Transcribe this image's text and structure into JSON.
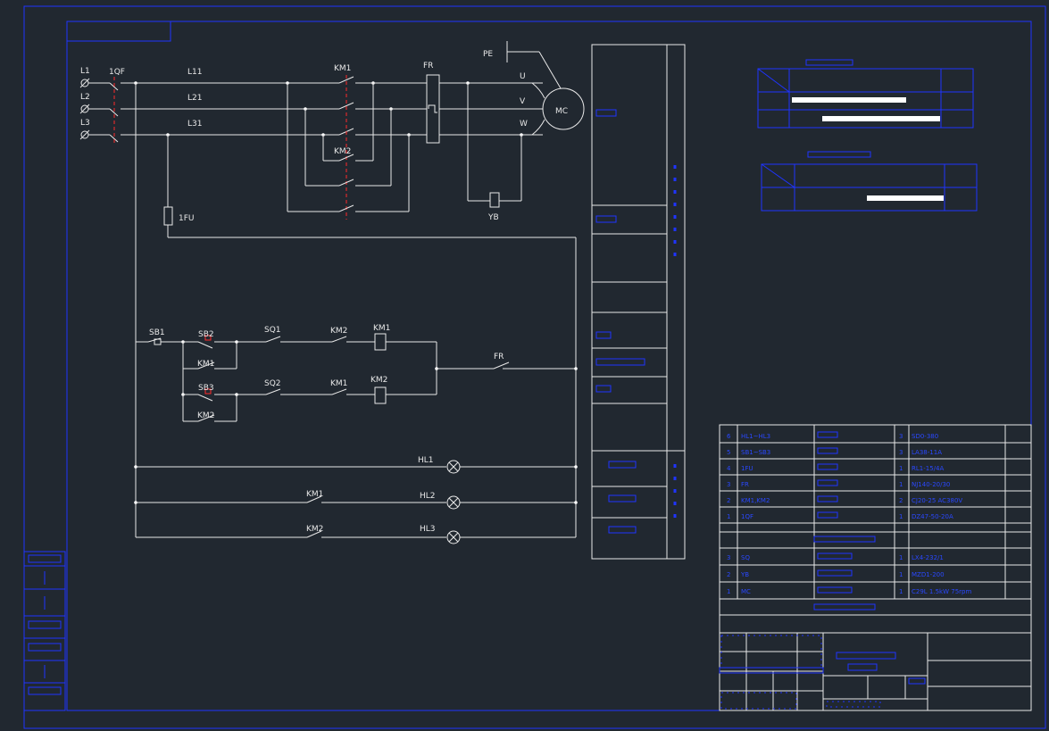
{
  "lines": {
    "phase": [
      "L1",
      "L2",
      "L3"
    ],
    "load": [
      "L11",
      "L21",
      "L31"
    ]
  },
  "labels": {
    "breaker": "1QF",
    "pe": "PE",
    "km1": "KM1",
    "km2": "KM2",
    "fr": "FR",
    "u": "U",
    "v": "V",
    "w": "W",
    "motor": "MC",
    "yb": "YB",
    "fuse": "1FU",
    "sb1": "SB1",
    "sb2": "SB2",
    "sb3": "SB3",
    "sq1": "SQ1",
    "sq2": "SQ2",
    "hl1": "HL1",
    "hl2": "HL2",
    "hl3": "HL3"
  },
  "colors": {
    "background": "#212830",
    "wire": "#e8e8e8",
    "frame": "#1f34ff",
    "mechanical_link": "#ff2a2a"
  },
  "parts_list": {
    "rows": [
      {
        "no": "6",
        "code": "HL1~HL3",
        "qty": "3",
        "model": "SD0-380"
      },
      {
        "no": "5",
        "code": "SB1~SB3",
        "qty": "3",
        "model": "LA38-11A"
      },
      {
        "no": "4",
        "code": "1FU",
        "qty": "1",
        "model": "RL1-15/4A"
      },
      {
        "no": "3",
        "code": "FR",
        "qty": "1",
        "model": "NJ140-20/30"
      },
      {
        "no": "2",
        "code": "KM1,KM2",
        "qty": "2",
        "model": "CJ20-25 AC380V"
      },
      {
        "no": "1",
        "code": "1QF",
        "qty": "1",
        "model": "DZ47-50-20A"
      }
    ],
    "field_rows": [
      {
        "no": "3",
        "code": "SQ",
        "qty": "1",
        "model": "LX4-232/1"
      },
      {
        "no": "2",
        "code": "YB",
        "qty": "1",
        "model": "MZD1-200"
      },
      {
        "no": "1",
        "code": "MC",
        "qty": "1",
        "model": "C29L 1.5kW 75rpm"
      }
    ]
  }
}
